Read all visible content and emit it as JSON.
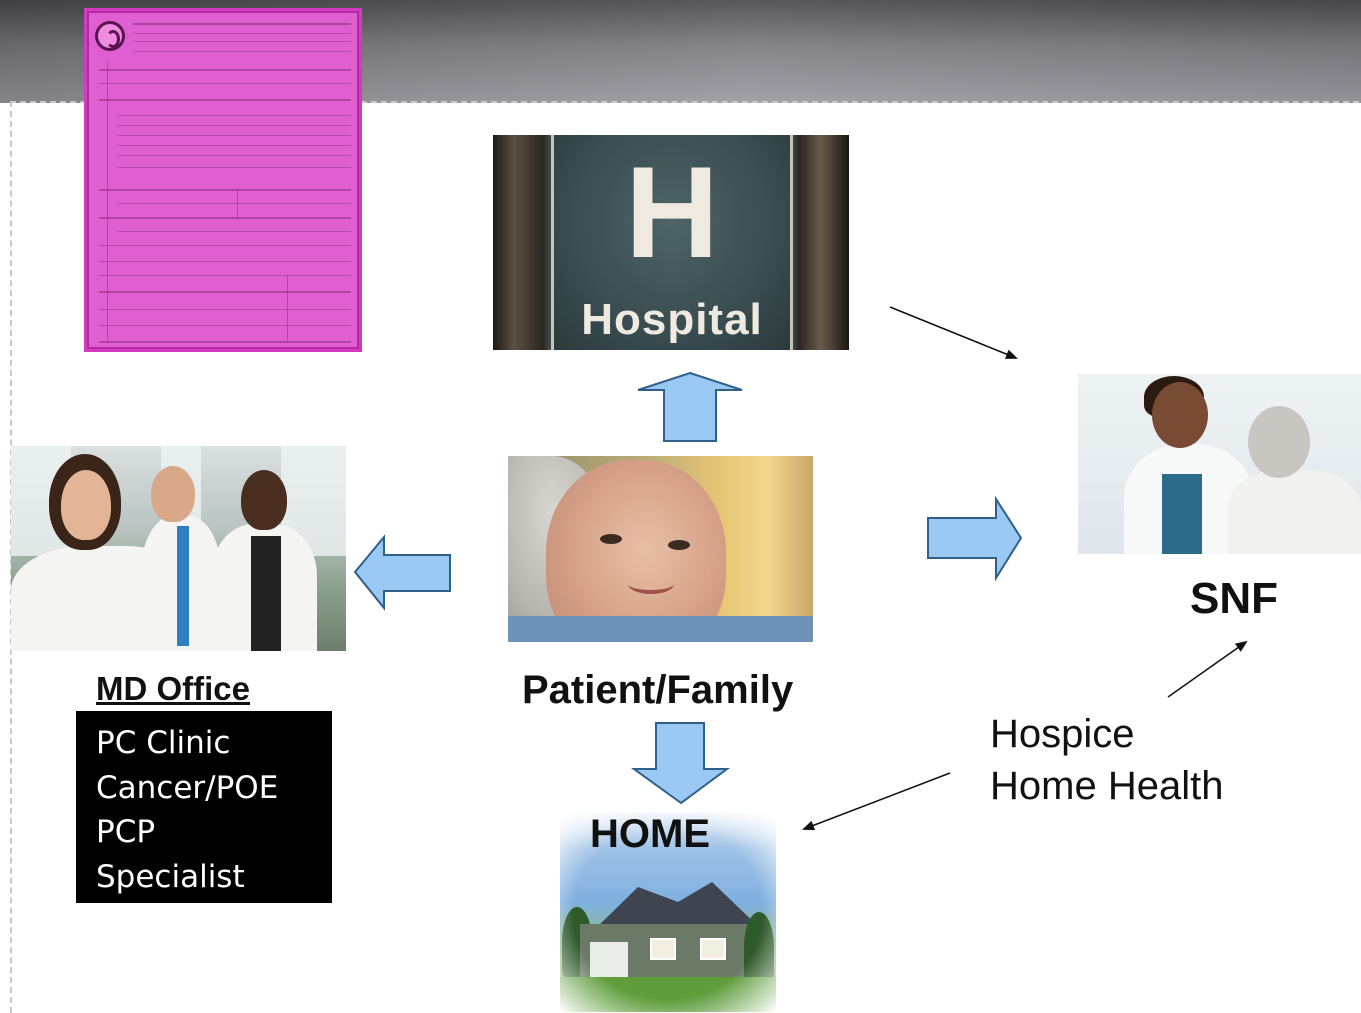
{
  "diagram": {
    "hospital": {
      "sign_letter": "H",
      "sign_word": "Hospital"
    },
    "md_office": {
      "title": "MD Office",
      "items": [
        "PC Clinic",
        "Cancer/POE",
        "PCP",
        "Specialist"
      ]
    },
    "patient": {
      "label": "Patient/Family"
    },
    "snf": {
      "label": "SNF"
    },
    "home": {
      "label": "HOME"
    },
    "hospice": {
      "line1": "Hospice",
      "line2": "Home Health"
    },
    "colors": {
      "block_arrow_fill": "#99c9f2",
      "block_arrow_stroke": "#2f5f8a",
      "form_magenta": "#e05fd0",
      "header_gray": "#7b7b80",
      "list_background": "#000000"
    },
    "icons": [
      "form-document-icon",
      "hospital-sign-image",
      "doctors-photo",
      "patient-photo",
      "snf-photo",
      "home-photo"
    ]
  }
}
